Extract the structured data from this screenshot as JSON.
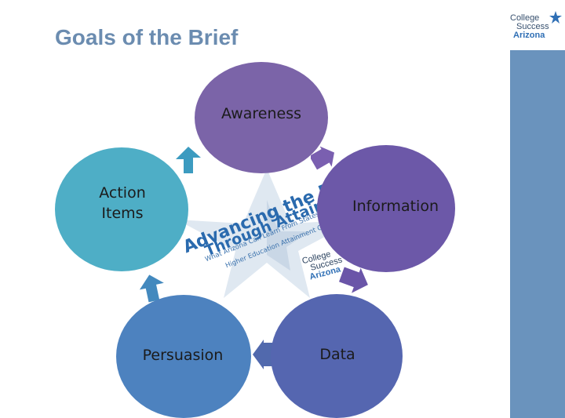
{
  "slide": {
    "title": "Goals of the Brief"
  },
  "logo": {
    "line1": "College",
    "line2": "Success",
    "line3": "Arizona"
  },
  "cycle": {
    "nodes": [
      {
        "label": "Awareness",
        "color": "#7b64a8"
      },
      {
        "label": "Information",
        "color": "#6c58a8"
      },
      {
        "label": "Data",
        "color": "#5566b0"
      },
      {
        "label": "Persuasion",
        "color": "#4d82bf"
      },
      {
        "label": "Action\nItems",
        "color": "#4eaec6"
      }
    ]
  },
  "cover": {
    "line1": "Advancing the Economy",
    "line2": "Through Attainment",
    "sub1": "What Arizona Can Learn From States With",
    "sub2": "Higher Education Attainment Goals",
    "logo1": "College",
    "logo2": "Success",
    "logo3": "Arizona"
  },
  "colors": {
    "title": "#6b8cb0",
    "sidebar": "#6a93bd",
    "book_blue": "#2a6aae"
  }
}
